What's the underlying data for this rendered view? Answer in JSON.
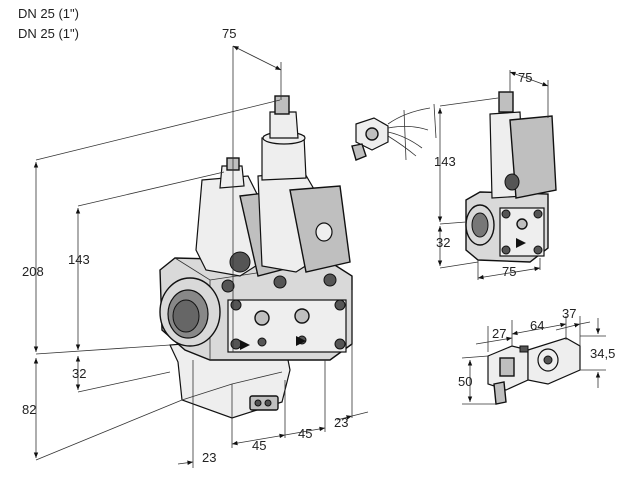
{
  "header": {
    "line1": "DN 25 (1\")",
    "line2": "DN 25 (1\")"
  },
  "dims": {
    "main_width_top": "75",
    "main_overall_height": "208",
    "main_coil_height": "143",
    "main_pipe_height": "32",
    "main_bottom_height": "82",
    "main_left_23": "23",
    "main_45_a": "45",
    "main_45_b": "45",
    "main_right_23": "23",
    "side_width_top": "75",
    "side_height": "143",
    "side_pipe": "32",
    "side_width_bottom": "75",
    "plug_27": "27",
    "plug_64": "64",
    "plug_37": "37",
    "plug_345": "34,5",
    "plug_50": "50"
  }
}
